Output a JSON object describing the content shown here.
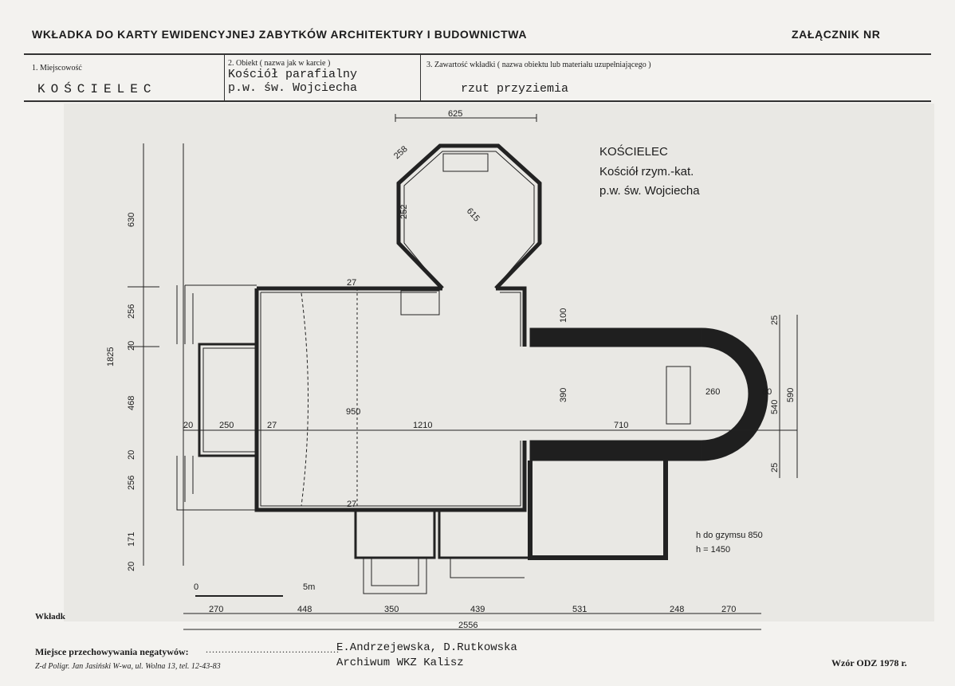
{
  "header": {
    "title": "WKŁADKA DO KARTY EWIDENCYJNEJ ZABYTKÓW ARCHITEKTURY I BUDOWNICTWA",
    "annex": "ZAŁĄCZNIK NR"
  },
  "fields": {
    "place_label": "1. Miejscowość",
    "place_value": "KOŚCIELEC",
    "object_label": "2. Obiekt ( nazwa jak w karcie )",
    "object_value_line1": "Kościół parafialny",
    "object_value_line2": "p.w. św. Wojciecha",
    "content_label": "3. Zawartość wkładki ( nazwa obiektu lub materiału uzupełniającego )",
    "content_value": "rzut przyziemia"
  },
  "plan": {
    "title": "KOŚCIELEC",
    "subtitle1": "Kościół rzym.-kat.",
    "subtitle2": "p.w. św. Wojciecha",
    "height_note1": "h do gzymsu 850",
    "height_note2": "h = 1450",
    "scale_zero": "0",
    "scale_five": "5m",
    "dims": {
      "top_625": "625",
      "d258": "258",
      "d252": "252",
      "d615": "615",
      "left_630": "630",
      "left_256a": "256",
      "left_20a": "20",
      "left_1825": "1825",
      "left_468": "468",
      "left_20b": "20",
      "left_256b": "256",
      "left_171": "171",
      "left_20c": "20",
      "row_20": "20",
      "row_250": "250",
      "row_27a": "27",
      "row_1210": "1210",
      "d950": "950",
      "d27top": "27",
      "d27bot": "27",
      "d100": "100",
      "d390": "390",
      "d710": "710",
      "d260": "260",
      "d80": "80",
      "d540": "540",
      "d590": "590",
      "d25a": "25",
      "d25b": "25",
      "bot_270a": "270",
      "bot_448": "448",
      "bot_350": "350",
      "bot_439": "439",
      "bot_531": "531",
      "bot_248": "248",
      "bot_270b": "270",
      "bot_2556": "2556"
    }
  },
  "footer": {
    "insert_label": "Wkładk",
    "negatives_label": "Miejsce przechowywania negatywów:",
    "dots": "..........................................",
    "printer": "Z-d Poligr. Jan Jasiński W-wa, ul. Wolna 13, tel. 12-43-83",
    "authors": "E.Andrzejewska, D.Rutkowska",
    "archive": "Archiwum WKZ Kalisz",
    "form": "Wzór ODZ 1978 r."
  }
}
